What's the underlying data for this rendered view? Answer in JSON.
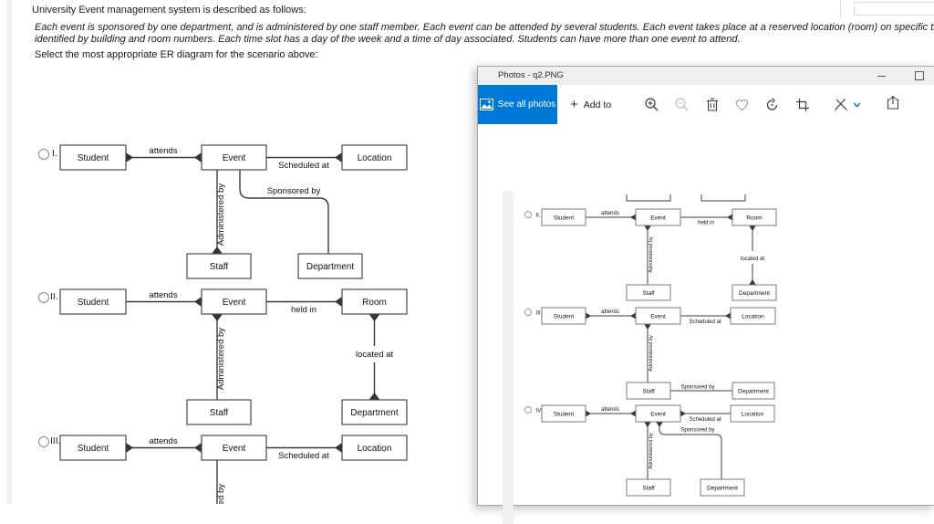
{
  "page": {
    "intro": "University Event management system is described as follows:",
    "description_line1": "Each event is sponsored by one department, and is administered by one staff member. Each event can be attended by several students. Each event takes place at a reserved location (room) on specific time slot.  The location can be",
    "description_line2": "identified by building and room numbers. Each time slot has a day of the week and a time of day associated.  Students can have more than one event to attend.",
    "prompt": "Select the most appropriate ER diagram for the  scenario above:"
  },
  "options": {
    "opt1": "I.",
    "opt2": "II.",
    "opt3": "III."
  },
  "labels": {
    "student": "Student",
    "event": "Event",
    "location": "Location",
    "room": "Room",
    "staff": "Staff",
    "department": "Department",
    "attends": "attends",
    "scheduled_at": "Scheduled at",
    "sponsored_by": "Sponsored by",
    "administered_by": "Administered by",
    "held_in": "held in",
    "located_at": "located at"
  },
  "photos": {
    "title": "Photos - q2.PNG",
    "see_all": "See all photos",
    "add_to_plus": "+",
    "add_to": "Add to",
    "accent": "#0078d7",
    "toolbar_icons": [
      "see-all-photos",
      "add-to",
      "zoom-in",
      "zoom-out",
      "delete",
      "favorite",
      "rotate",
      "crop",
      "edit-create",
      "share"
    ],
    "preview": {
      "opt2": "II.",
      "opt3": "III.",
      "opt4": "IV."
    }
  }
}
